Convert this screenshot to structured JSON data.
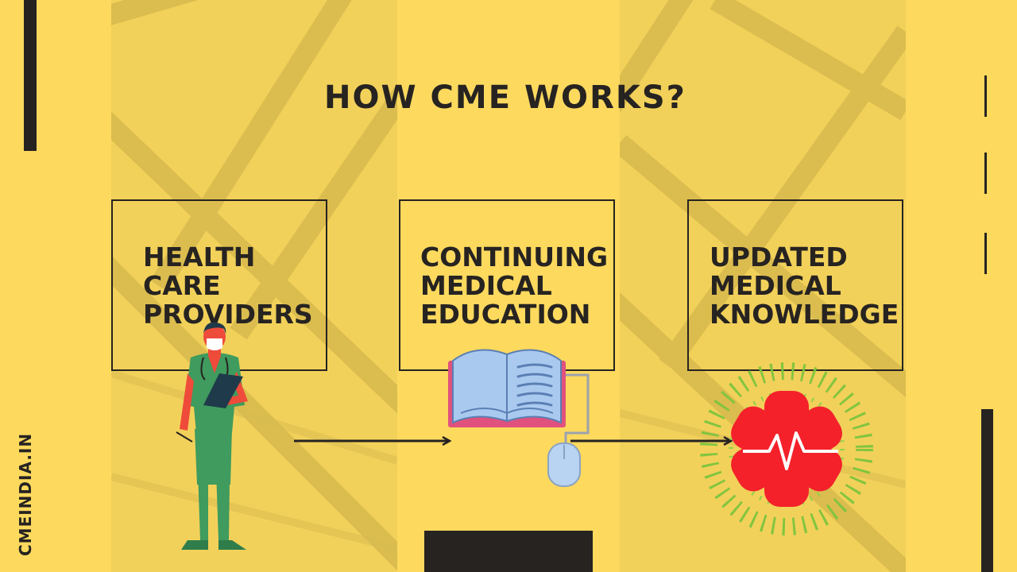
{
  "title": "HOW CME WORKS?",
  "side_text": "CMEINDIA.IN",
  "steps": [
    {
      "lines": [
        "HEALTH",
        "CARE",
        "PROVIDERS"
      ]
    },
    {
      "lines": [
        "CONTINUING",
        "MEDICAL",
        "EDUCATION"
      ]
    },
    {
      "lines": [
        "UPDATED",
        "MEDICAL",
        "KNOWLEDGE"
      ]
    }
  ],
  "icons": [
    "doctor-icon",
    "book-icon",
    "mouse-icon",
    "medical-star-icon"
  ],
  "colors": {
    "background": "#fdd95e",
    "panel": "#f2d15a",
    "dark": "#262321",
    "scrubs": "#3f9b5e",
    "skin": "#ef4b3a",
    "star": "#f4212a",
    "rays": "#7cc43e",
    "book": "#a9c9ef"
  }
}
